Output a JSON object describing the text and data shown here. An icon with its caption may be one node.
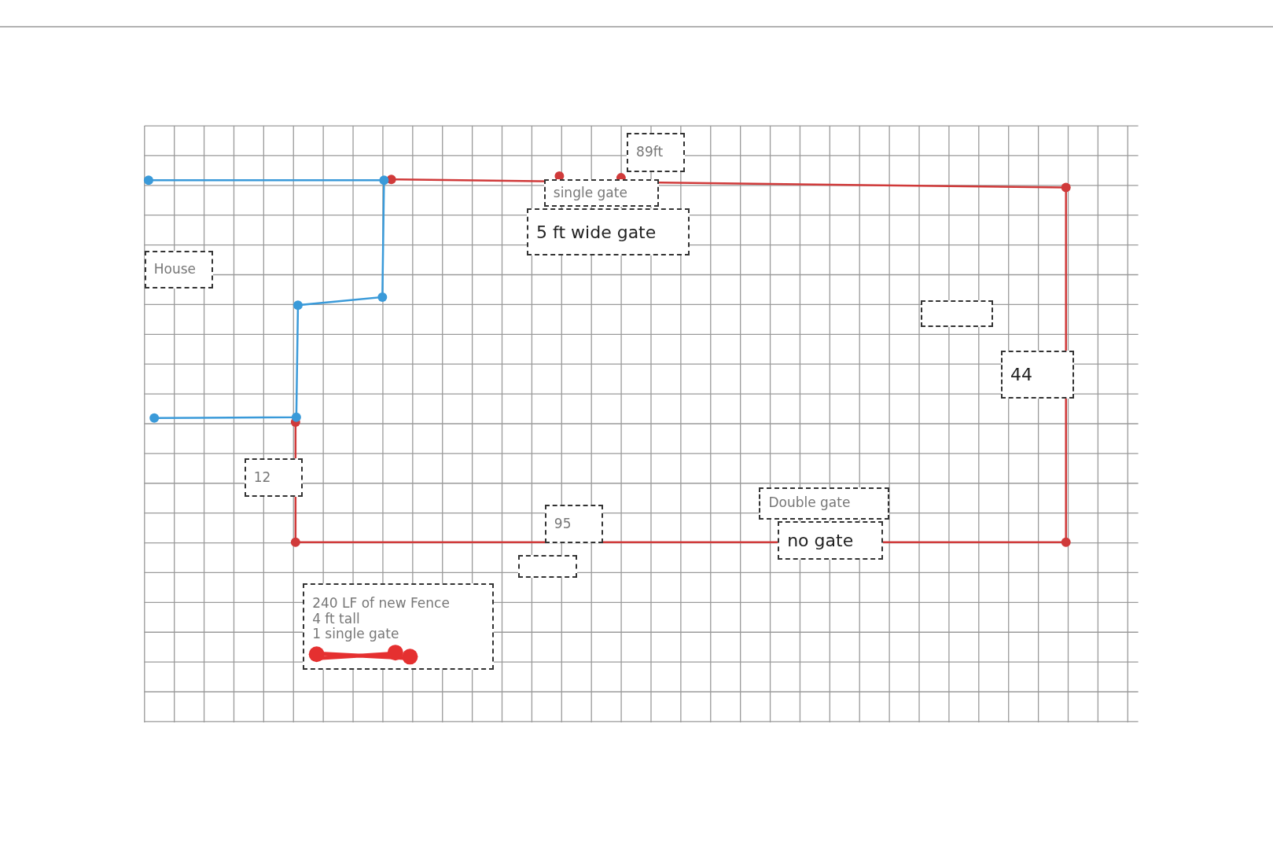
{
  "diagram": {
    "nodes": [
      {
        "text": [
          "89ft"
        ]
      },
      {
        "text": [
          "single gate"
        ]
      },
      {
        "text": [
          "5 ft wide gate"
        ]
      },
      {
        "text": [
          "House"
        ]
      },
      {
        "text": [],
        "shape": "box"
      },
      {
        "text": [
          "44"
        ]
      },
      {
        "text": [
          "12"
        ]
      },
      {
        "text": [
          "95"
        ]
      },
      {
        "text": [
          "Double gate"
        ]
      },
      {
        "text": [
          "no gate"
        ]
      },
      {
        "text": [],
        "shape": "box"
      },
      {
        "text": [
          "240 LF of new Fence",
          "4 ft tall",
          "1 single gate"
        ]
      }
    ]
  }
}
